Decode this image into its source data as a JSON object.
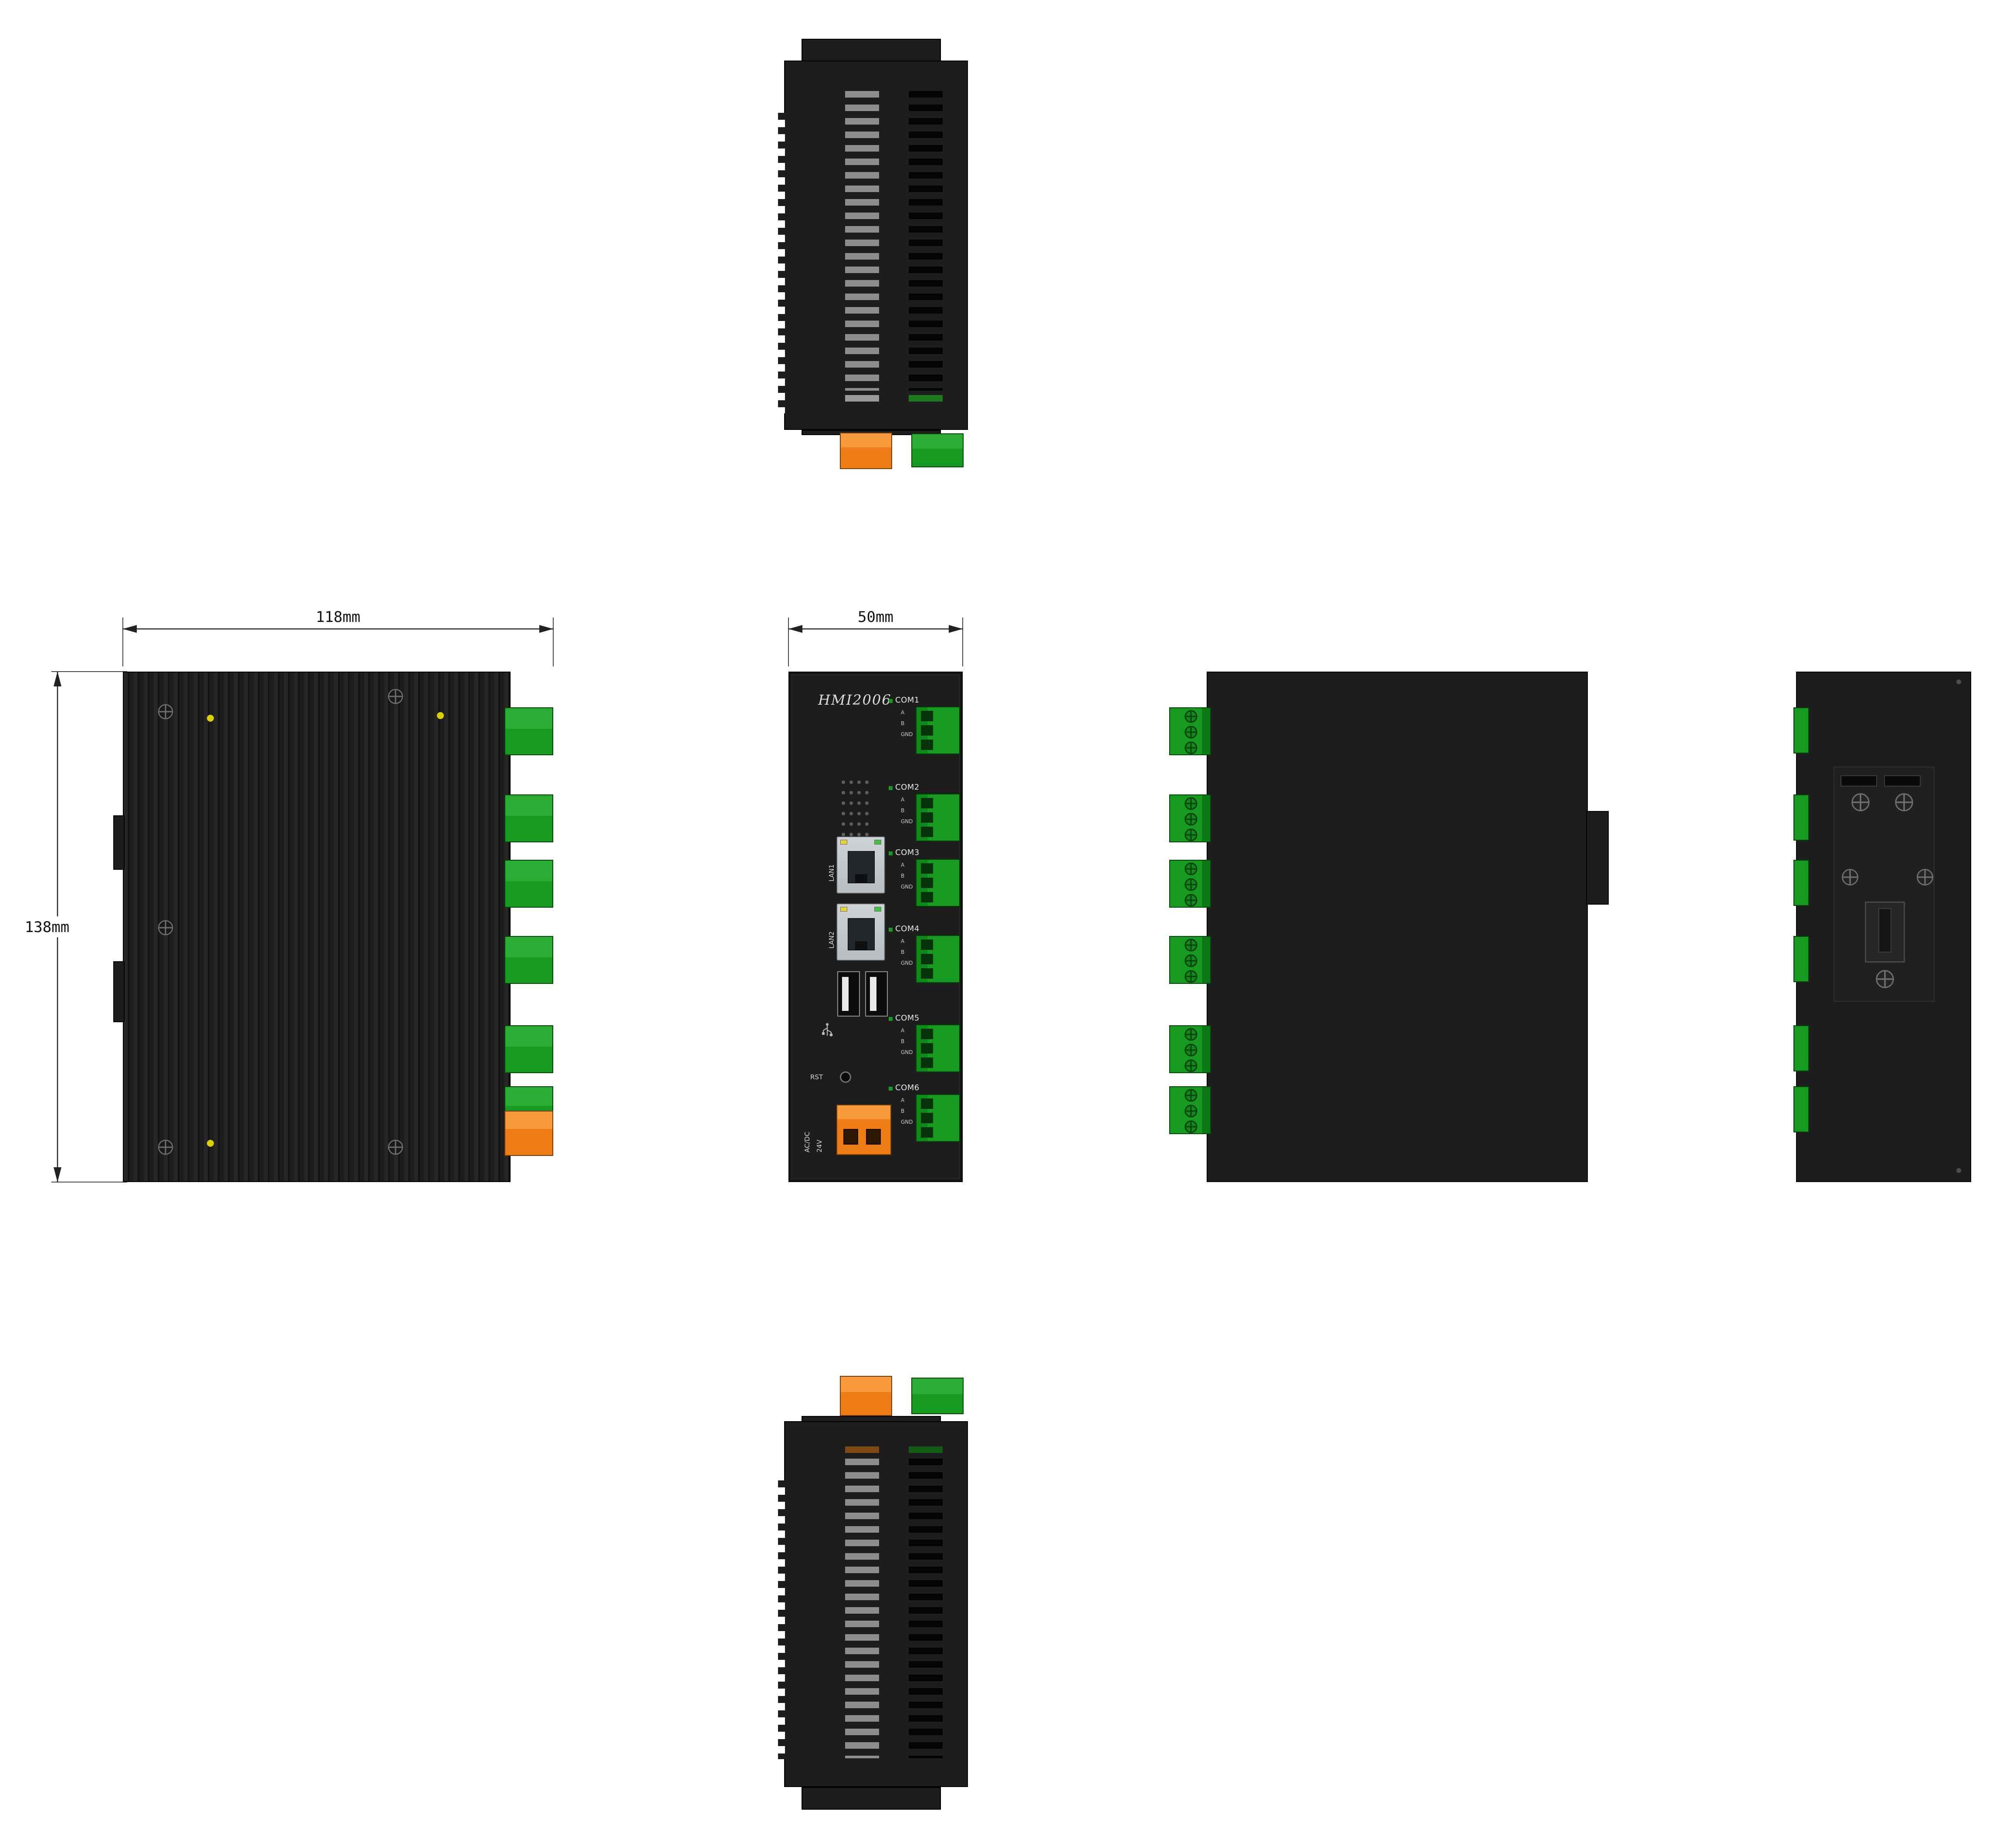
{
  "dimensions": {
    "width": "118mm",
    "depth": "50mm",
    "height": "138mm"
  },
  "front_panel": {
    "model": "HMI2006",
    "com_ports": [
      {
        "label": "COM1",
        "pins": [
          "A",
          "B",
          "GND"
        ]
      },
      {
        "label": "COM2",
        "pins": [
          "A",
          "B",
          "GND"
        ]
      },
      {
        "label": "COM3",
        "pins": [
          "A",
          "B",
          "GND"
        ]
      },
      {
        "label": "COM4",
        "pins": [
          "A",
          "B",
          "GND"
        ]
      },
      {
        "label": "COM5",
        "pins": [
          "A",
          "B",
          "GND"
        ]
      },
      {
        "label": "COM6",
        "pins": [
          "A",
          "B",
          "GND"
        ]
      }
    ],
    "lan_ports": [
      "LAN1",
      "LAN2"
    ],
    "reset_label": "RST",
    "power_labels": [
      "AC/DC",
      "24V"
    ]
  },
  "colors": {
    "body": "#1d1d1d",
    "green": "#169a20",
    "orange": "#ef7d16",
    "yellow": "#d8d000",
    "metal": "#b9bdc2"
  }
}
